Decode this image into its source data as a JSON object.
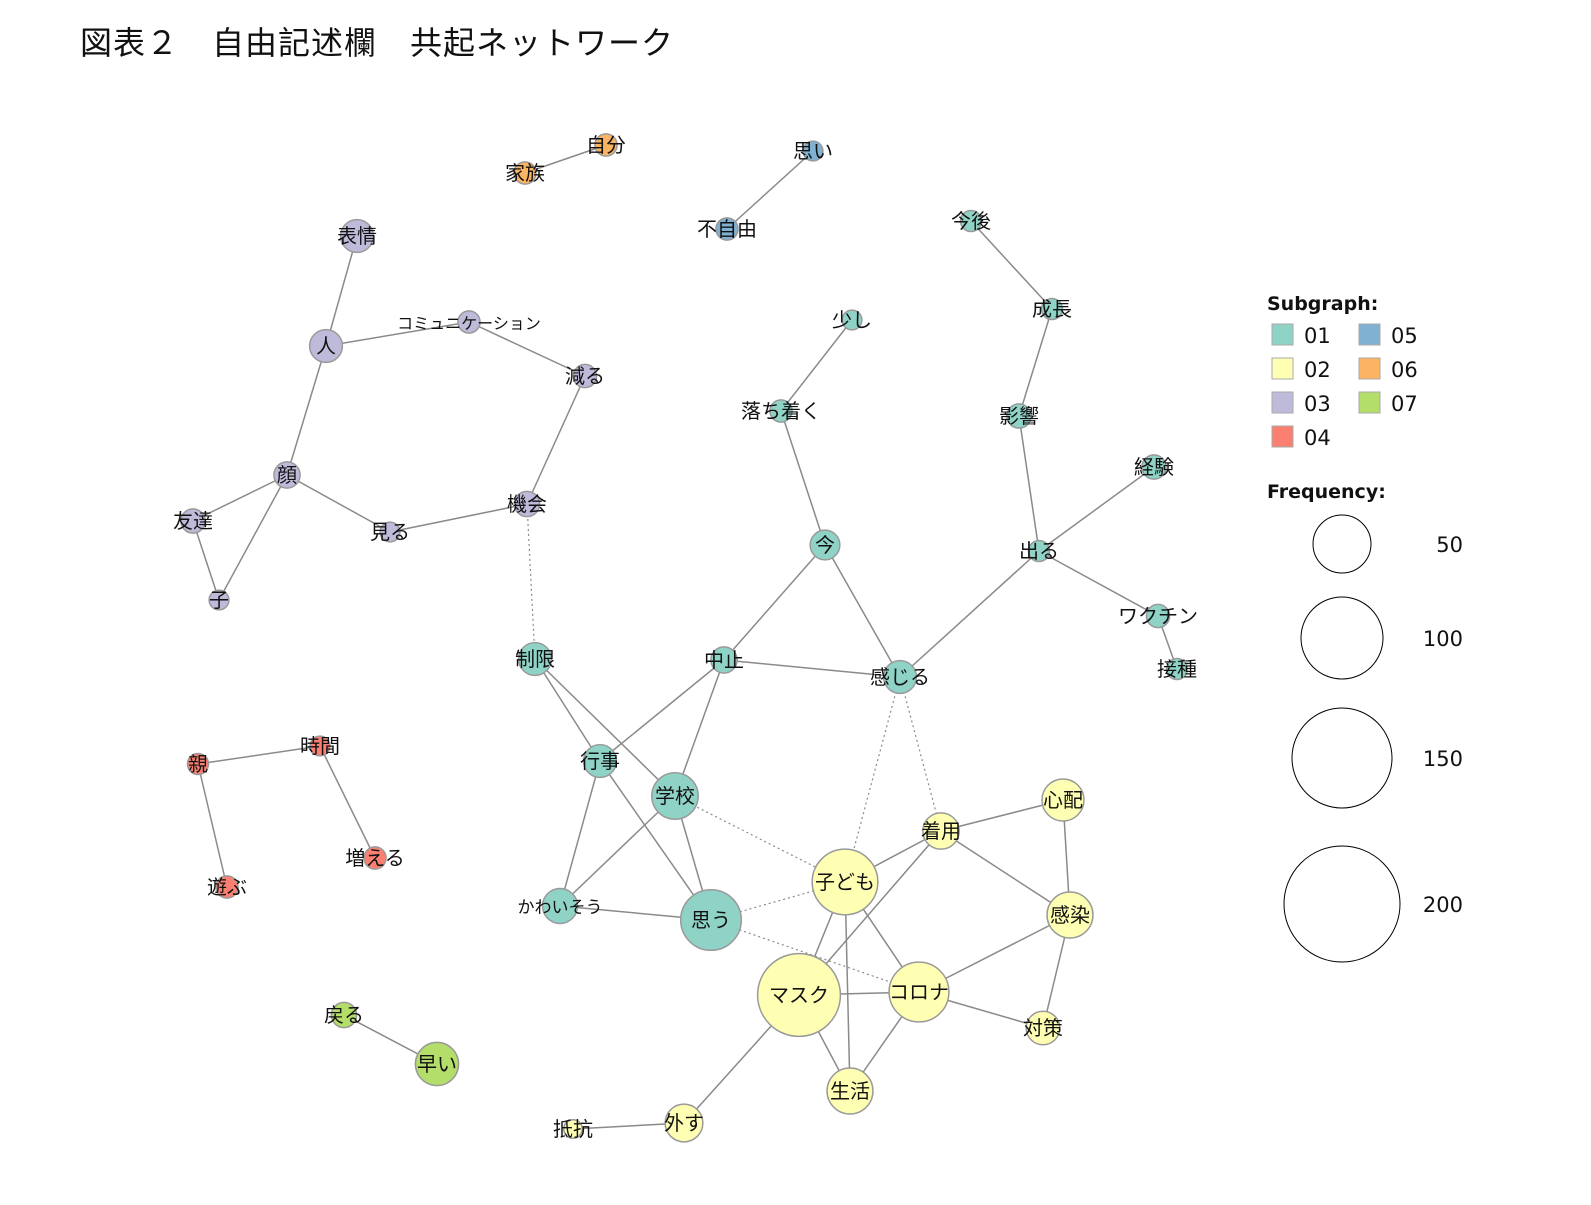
{
  "title": "図表２　自由記述欄　共起ネットワーク",
  "colors": {
    "01": "#8fd3c7",
    "02": "#ffffb3",
    "03": "#bebada",
    "04": "#fb8072",
    "05": "#80b1d3",
    "06": "#fdb462",
    "07": "#b3de69"
  },
  "legend": {
    "subgraph_title": "Subgraph:",
    "subgraphs": [
      "01",
      "05",
      "02",
      "06",
      "03",
      "07",
      "04"
    ],
    "frequency_title": "Frequency:",
    "frequencies": [
      50,
      100,
      150,
      200
    ]
  },
  "nodes": [
    {
      "id": "自分",
      "group": "06",
      "freq": 10
    },
    {
      "id": "家族",
      "group": "06",
      "freq": 10
    },
    {
      "id": "思い",
      "group": "05",
      "freq": 8
    },
    {
      "id": "不自由",
      "group": "05",
      "freq": 10
    },
    {
      "id": "表情",
      "group": "03",
      "freq": 22
    },
    {
      "id": "人",
      "group": "03",
      "freq": 22
    },
    {
      "id": "コミュニケーション",
      "group": "03",
      "freq": 10
    },
    {
      "id": "減る",
      "group": "03",
      "freq": 11
    },
    {
      "id": "顔",
      "group": "03",
      "freq": 14
    },
    {
      "id": "友達",
      "group": "03",
      "freq": 12
    },
    {
      "id": "子",
      "group": "03",
      "freq": 8
    },
    {
      "id": "見る",
      "group": "03",
      "freq": 8
    },
    {
      "id": "機会",
      "group": "03",
      "freq": 13
    },
    {
      "id": "親",
      "group": "04",
      "freq": 9
    },
    {
      "id": "時間",
      "group": "04",
      "freq": 8
    },
    {
      "id": "増える",
      "group": "04",
      "freq": 10
    },
    {
      "id": "遊ぶ",
      "group": "04",
      "freq": 10
    },
    {
      "id": "戻る",
      "group": "07",
      "freq": 13
    },
    {
      "id": "早い",
      "group": "07",
      "freq": 38
    },
    {
      "id": "今後",
      "group": "01",
      "freq": 9
    },
    {
      "id": "成長",
      "group": "01",
      "freq": 9
    },
    {
      "id": "少し",
      "group": "01",
      "freq": 8
    },
    {
      "id": "落ち着く",
      "group": "01",
      "freq": 10
    },
    {
      "id": "影響",
      "group": "01",
      "freq": 12
    },
    {
      "id": "経験",
      "group": "01",
      "freq": 12
    },
    {
      "id": "今",
      "group": "01",
      "freq": 18
    },
    {
      "id": "出る",
      "group": "01",
      "freq": 9
    },
    {
      "id": "ワクチン",
      "group": "01",
      "freq": 11
    },
    {
      "id": "接種",
      "group": "01",
      "freq": 9
    },
    {
      "id": "制限",
      "group": "01",
      "freq": 22
    },
    {
      "id": "中止",
      "group": "01",
      "freq": 14
    },
    {
      "id": "感じる",
      "group": "01",
      "freq": 22
    },
    {
      "id": "行事",
      "group": "01",
      "freq": 22
    },
    {
      "id": "学校",
      "group": "01",
      "freq": 44
    },
    {
      "id": "かわいそう",
      "group": "01",
      "freq": 25
    },
    {
      "id": "思う",
      "group": "01",
      "freq": 75
    },
    {
      "id": "着用",
      "group": "02",
      "freq": 27
    },
    {
      "id": "心配",
      "group": "02",
      "freq": 36
    },
    {
      "id": "子ども",
      "group": "02",
      "freq": 88
    },
    {
      "id": "感染",
      "group": "02",
      "freq": 43
    },
    {
      "id": "マスク",
      "group": "02",
      "freq": 140
    },
    {
      "id": "コロナ",
      "group": "02",
      "freq": 73
    },
    {
      "id": "対策",
      "group": "02",
      "freq": 23
    },
    {
      "id": "生活",
      "group": "02",
      "freq": 43
    },
    {
      "id": "外す",
      "group": "02",
      "freq": 29
    },
    {
      "id": "抵抗",
      "group": "02",
      "freq": 7
    }
  ],
  "edges": [
    {
      "source": "家族",
      "target": "自分",
      "style": "solid"
    },
    {
      "source": "不自由",
      "target": "思い",
      "style": "solid"
    },
    {
      "source": "表情",
      "target": "人",
      "style": "solid"
    },
    {
      "source": "人",
      "target": "コミュニケーション",
      "style": "solid"
    },
    {
      "source": "コミュニケーション",
      "target": "減る",
      "style": "solid"
    },
    {
      "source": "減る",
      "target": "機会",
      "style": "solid"
    },
    {
      "source": "人",
      "target": "顔",
      "style": "solid"
    },
    {
      "source": "顔",
      "target": "友達",
      "style": "solid"
    },
    {
      "source": "顔",
      "target": "子",
      "style": "solid"
    },
    {
      "source": "友達",
      "target": "子",
      "style": "solid"
    },
    {
      "source": "顔",
      "target": "見る",
      "style": "solid"
    },
    {
      "source": "見る",
      "target": "機会",
      "style": "solid"
    },
    {
      "source": "機会",
      "target": "制限",
      "style": "dotted"
    },
    {
      "source": "親",
      "target": "時間",
      "style": "solid"
    },
    {
      "source": "時間",
      "target": "増える",
      "style": "solid"
    },
    {
      "source": "親",
      "target": "遊ぶ",
      "style": "solid"
    },
    {
      "source": "戻る",
      "target": "早い",
      "style": "solid"
    },
    {
      "source": "今後",
      "target": "成長",
      "style": "solid"
    },
    {
      "source": "成長",
      "target": "影響",
      "style": "solid"
    },
    {
      "source": "影響",
      "target": "出る",
      "style": "solid"
    },
    {
      "source": "経験",
      "target": "出る",
      "style": "solid"
    },
    {
      "source": "出る",
      "target": "ワクチン",
      "style": "solid"
    },
    {
      "source": "ワクチン",
      "target": "接種",
      "style": "solid"
    },
    {
      "source": "出る",
      "target": "感じる",
      "style": "solid"
    },
    {
      "source": "少し",
      "target": "落ち着く",
      "style": "solid"
    },
    {
      "source": "落ち着く",
      "target": "今",
      "style": "solid"
    },
    {
      "source": "今",
      "target": "中止",
      "style": "solid"
    },
    {
      "source": "今",
      "target": "感じる",
      "style": "solid"
    },
    {
      "source": "中止",
      "target": "感じる",
      "style": "solid"
    },
    {
      "source": "中止",
      "target": "行事",
      "style": "solid"
    },
    {
      "source": "中止",
      "target": "学校",
      "style": "solid"
    },
    {
      "source": "制限",
      "target": "行事",
      "style": "solid"
    },
    {
      "source": "制限",
      "target": "学校",
      "style": "solid"
    },
    {
      "source": "行事",
      "target": "かわいそう",
      "style": "solid"
    },
    {
      "source": "行事",
      "target": "思う",
      "style": "solid"
    },
    {
      "source": "学校",
      "target": "かわいそう",
      "style": "solid"
    },
    {
      "source": "学校",
      "target": "思う",
      "style": "solid"
    },
    {
      "source": "かわいそう",
      "target": "思う",
      "style": "solid"
    },
    {
      "source": "学校",
      "target": "子ども",
      "style": "dotted"
    },
    {
      "source": "思う",
      "target": "子ども",
      "style": "dotted"
    },
    {
      "source": "思う",
      "target": "コロナ",
      "style": "dotted"
    },
    {
      "source": "感じる",
      "target": "子ども",
      "style": "dotted"
    },
    {
      "source": "感じる",
      "target": "着用",
      "style": "dotted"
    },
    {
      "source": "着用",
      "target": "心配",
      "style": "solid"
    },
    {
      "source": "着用",
      "target": "子ども",
      "style": "solid"
    },
    {
      "source": "着用",
      "target": "感染",
      "style": "solid"
    },
    {
      "source": "着用",
      "target": "マスク",
      "style": "solid"
    },
    {
      "source": "心配",
      "target": "感染",
      "style": "solid"
    },
    {
      "source": "子ども",
      "target": "マスク",
      "style": "solid"
    },
    {
      "source": "子ども",
      "target": "コロナ",
      "style": "solid"
    },
    {
      "source": "子ども",
      "target": "生活",
      "style": "solid"
    },
    {
      "source": "マスク",
      "target": "コロナ",
      "style": "solid"
    },
    {
      "source": "マスク",
      "target": "生活",
      "style": "solid"
    },
    {
      "source": "マスク",
      "target": "外す",
      "style": "solid"
    },
    {
      "source": "コロナ",
      "target": "感染",
      "style": "solid"
    },
    {
      "source": "コロナ",
      "target": "対策",
      "style": "solid"
    },
    {
      "source": "コロナ",
      "target": "生活",
      "style": "solid"
    },
    {
      "source": "感染",
      "target": "対策",
      "style": "solid"
    },
    {
      "source": "外す",
      "target": "抵抗",
      "style": "solid"
    }
  ]
}
